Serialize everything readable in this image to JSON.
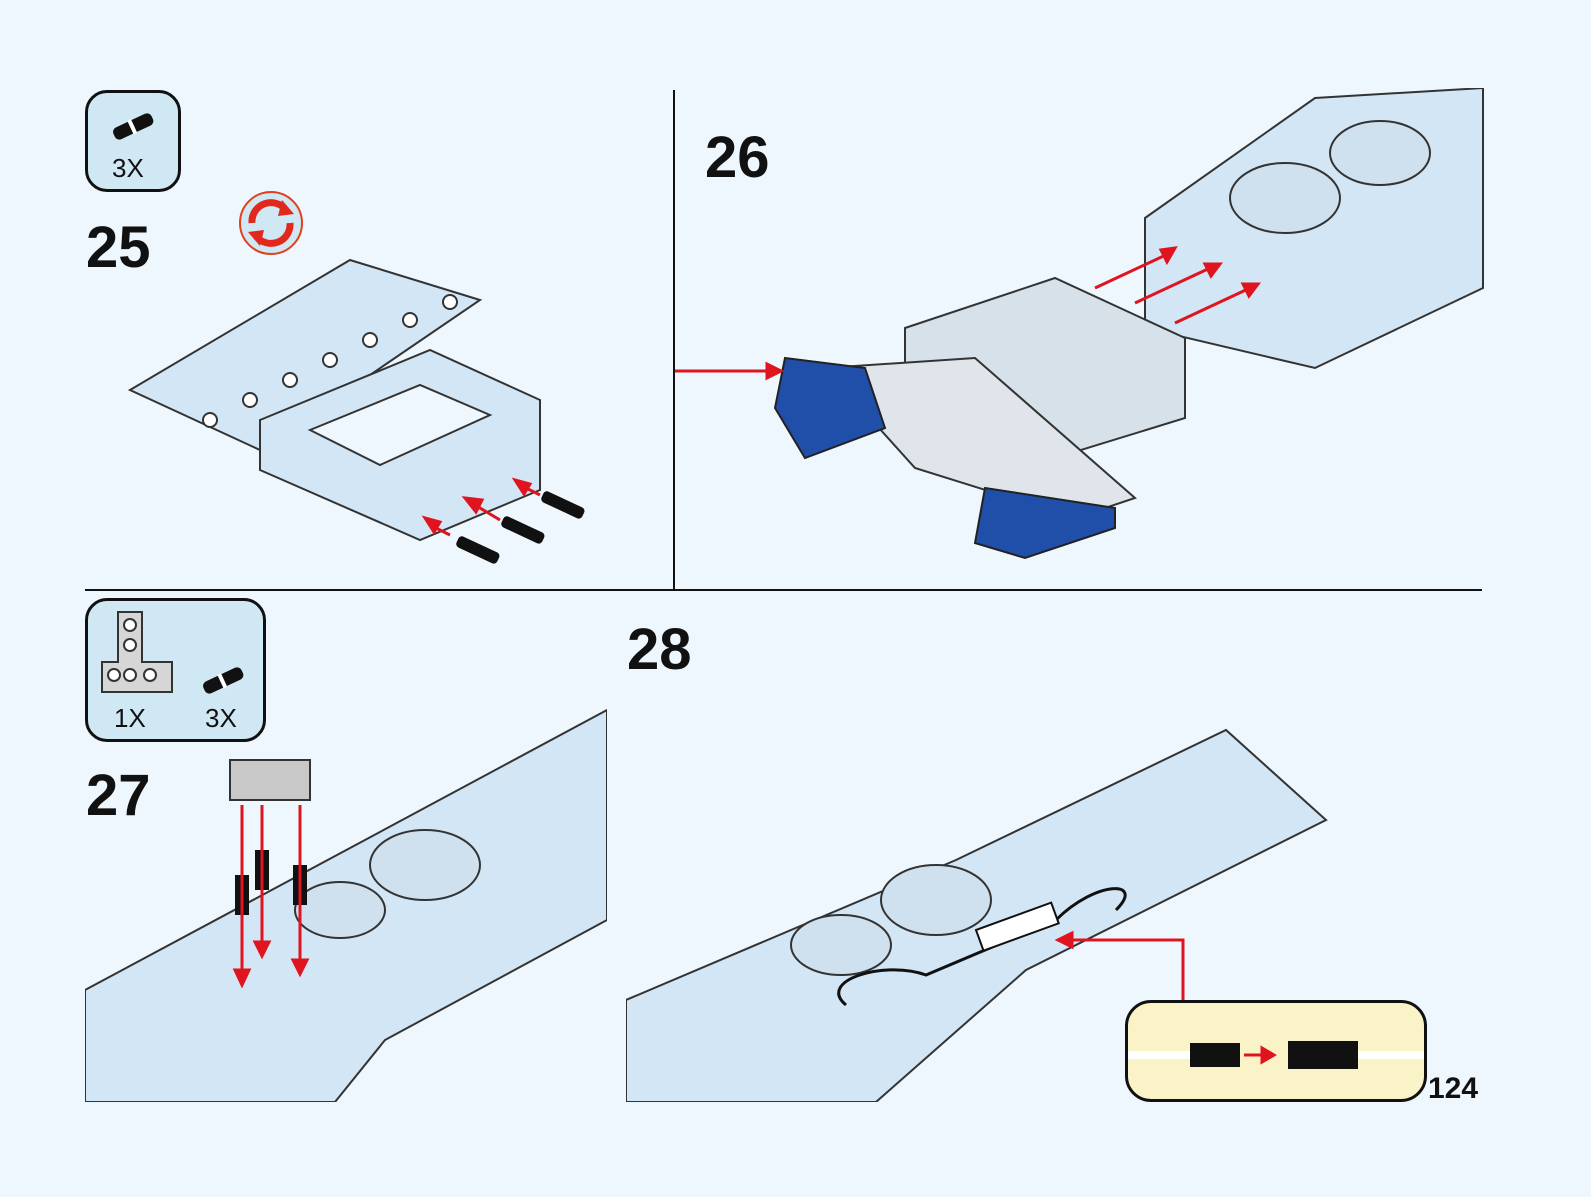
{
  "page_number": "124",
  "steps": [
    {
      "number": "25",
      "parts": [
        {
          "name": "connector-pin",
          "qty": "3X"
        }
      ],
      "icon": "rotate-icon"
    },
    {
      "number": "26",
      "parts": []
    },
    {
      "number": "27",
      "parts": [
        {
          "name": "t-beam",
          "qty": "1X"
        },
        {
          "name": "connector-pin",
          "qty": "3X"
        }
      ]
    },
    {
      "number": "28",
      "parts": []
    }
  ],
  "colors": {
    "background": "#eef7fd",
    "callout": "#cfe8f4",
    "model": "#d3e6f5",
    "accent_blue": "#1f4fa8",
    "arrow": "#e0141e",
    "detail_box": "#fbf3c8"
  }
}
